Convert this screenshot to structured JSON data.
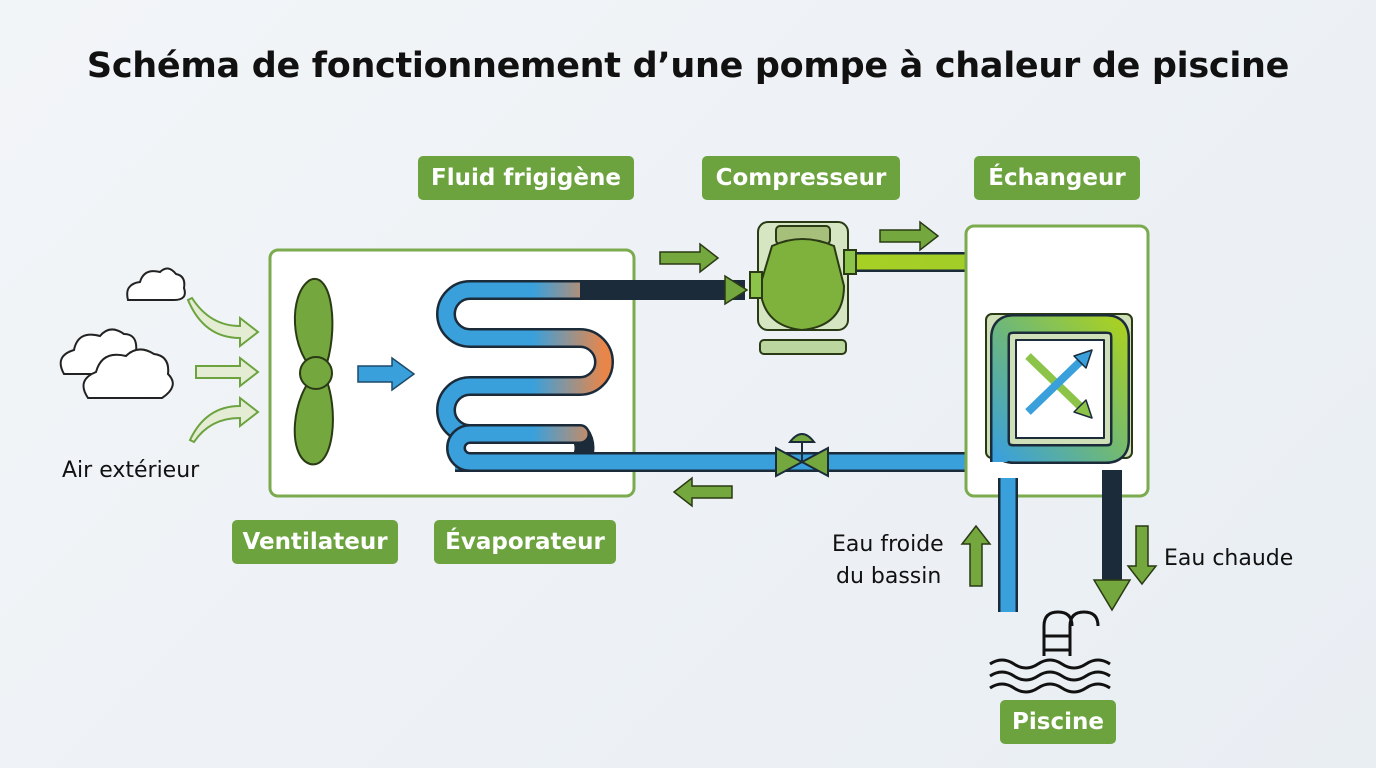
{
  "title": "Schéma de fonctionnement d’une pompe à chaleur de piscine",
  "labels": {
    "fluid": "Fluid frigigène",
    "compressor": "Compresseur",
    "exchanger": "Échangeur",
    "ventilator": "Ventilateur",
    "evaporator": "Évaporateur",
    "pool": "Piscine",
    "outside_air": "Air extérieur",
    "cold_water_line1": "Eau froide",
    "cold_water_line2": "du bassin",
    "hot_water": "Eau chaude"
  },
  "colors": {
    "accent_green": "#6ca33f",
    "cold_blue": "#3aa0dc",
    "warm_orange": "#e8864a",
    "hot_green": "#9ccc2a"
  },
  "icons": [
    "cloud-icon",
    "fan-icon",
    "compressor-icon",
    "expansion-valve-icon",
    "heat-exchanger-icon",
    "pool-ladder-icon",
    "water-waves-icon"
  ]
}
